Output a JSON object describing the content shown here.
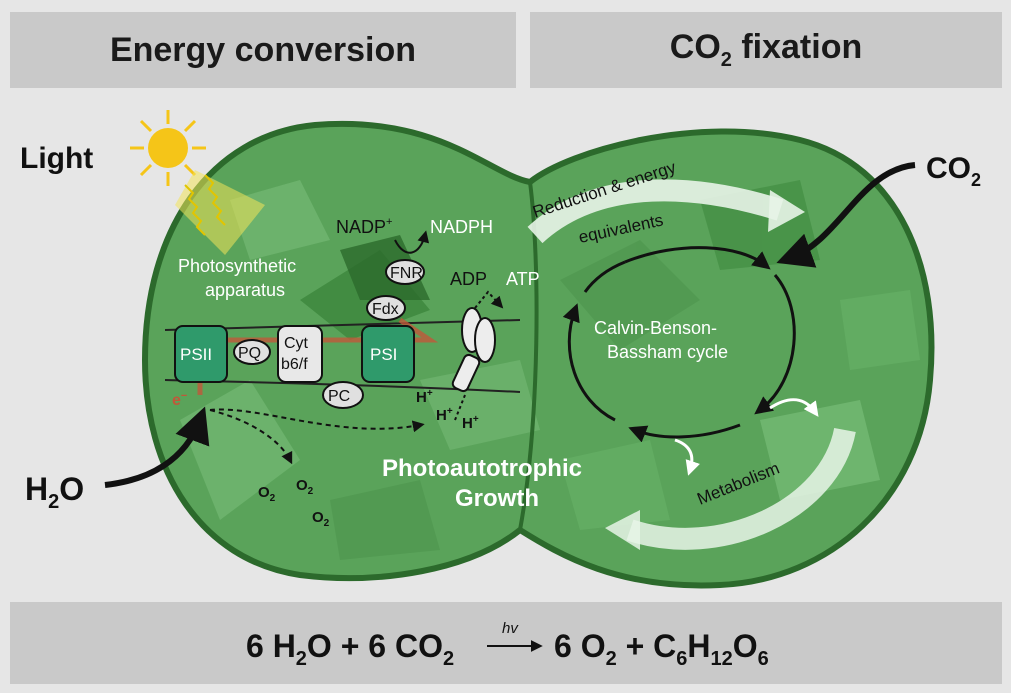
{
  "headers": {
    "energy": "Energy conversion",
    "co2_fix_main": "CO",
    "co2_fix_sub": "2",
    "co2_fix_rest": " fixation"
  },
  "labels": {
    "light": "Light",
    "co2_in_main": "CO",
    "co2_in_sub": "2",
    "h2o_h": "H",
    "h2o_sub": "2",
    "h2o_o": "O",
    "reduction_1": "Reduction & energy",
    "reduction_2": "equivalents",
    "photosynthetic_1": "Photosynthetic",
    "photosynthetic_2": "apparatus",
    "nadp": "NADP",
    "nadp_sup": "+",
    "nadph": "NADPH",
    "adp": "ADP",
    "atp": "ATP",
    "fnr": "FNR",
    "fdx": "Fdx",
    "psii": "PSII",
    "pq": "PQ",
    "cyt_1": "Cyt",
    "cyt_2": "b6/f",
    "psi": "PSI",
    "pc": "PC",
    "e_minus": "e",
    "e_sup": "−",
    "hplus": "H",
    "hplus_sup": "+",
    "o2_main": "O",
    "o2_sub": "2",
    "calvin_1": "Calvin-Benson-",
    "calvin_2": "Bassham cycle",
    "growth_1": "Photoautotrophic",
    "growth_2": "Growth",
    "metabolism": "Metabolism"
  },
  "equation": {
    "a": "6 H",
    "a_sub": "2",
    "b": "O + 6 CO",
    "b_sub": "2",
    "hv": "hv",
    "c": "6 O",
    "c_sub": "2",
    "d": " + C",
    "d_sub1": "6",
    "e": "H",
    "e_sub": "12",
    "f": "O",
    "f_sub": "6"
  },
  "colors": {
    "background": "#e6e6e6",
    "header_box": "#c9c9c9",
    "cell_green": "#5aa35a",
    "cell_dark_green": "#2c6a2c",
    "membrane_green": "#6cb86c",
    "electron_red": "#c0583a",
    "sun": "#f5c518"
  }
}
